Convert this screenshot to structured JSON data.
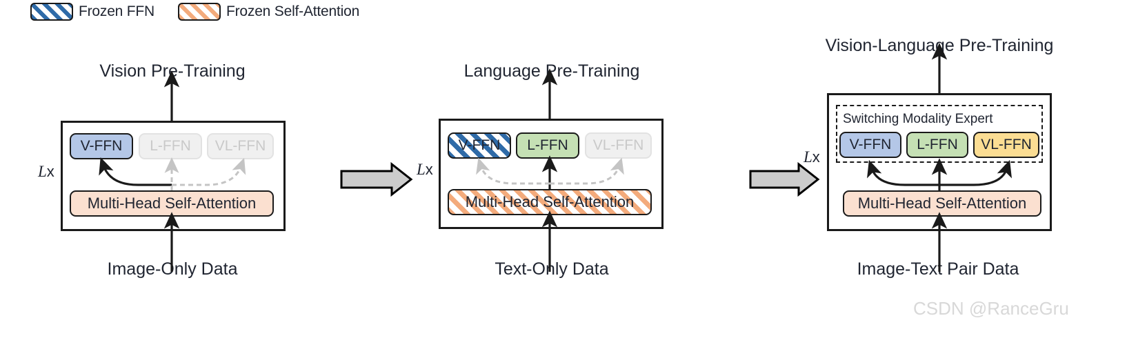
{
  "legend": {
    "items": [
      {
        "label": "Frozen FFN",
        "swatch": "hatched-blue",
        "color": "#2f6ba8"
      },
      {
        "label": "Frozen Self-Attention",
        "swatch": "hatched-orange",
        "color": "#f3ab7c"
      }
    ]
  },
  "colors": {
    "v_ffn": "#b4c7e7",
    "l_ffn": "#c5e0b4",
    "vl_ffn": "#fbdd93",
    "attention": "#fbe0d0",
    "inactive": "#f0f0f0",
    "inactive_text": "#c9c9c9",
    "outline": "#1a1a1a",
    "flow_arrow": "#c9c9c9",
    "stage_arrow": "#c9c9c9",
    "watermark": "#d8d8d8"
  },
  "panels": [
    {
      "id": "vision",
      "title": "Vision Pre-Training",
      "repeat_label": "Lx",
      "repeat_italic": "L",
      "repeat_suffix": "x",
      "input_label": "Image-Only Data",
      "attention": {
        "label": "Multi-Head Self-Attention",
        "state": "active"
      },
      "experts": [
        {
          "label": "V-FFN",
          "state": "active"
        },
        {
          "label": "L-FFN",
          "state": "inactive"
        },
        {
          "label": "VL-FFN",
          "state": "inactive"
        }
      ],
      "has_switching_modality_expert": false
    },
    {
      "id": "language",
      "title": "Language Pre-Training",
      "repeat_label": "Lx",
      "repeat_italic": "L",
      "repeat_suffix": "x",
      "input_label": "Text-Only Data",
      "attention": {
        "label": "Multi-Head Self-Attention",
        "state": "frozen"
      },
      "experts": [
        {
          "label": "V-FFN",
          "state": "frozen"
        },
        {
          "label": "L-FFN",
          "state": "active"
        },
        {
          "label": "VL-FFN",
          "state": "inactive"
        }
      ],
      "has_switching_modality_expert": false
    },
    {
      "id": "vision-language",
      "title": "Vision-Language Pre-Training",
      "repeat_label": "Lx",
      "repeat_italic": "L",
      "repeat_suffix": "x",
      "input_label": "Image-Text Pair Data",
      "attention": {
        "label": "Multi-Head Self-Attention",
        "state": "active"
      },
      "experts": [
        {
          "label": "V-FFN",
          "state": "active"
        },
        {
          "label": "L-FFN",
          "state": "active"
        },
        {
          "label": "VL-FFN",
          "state": "active"
        }
      ],
      "has_switching_modality_expert": true,
      "sme_title": "Switching Modality Expert"
    }
  ],
  "stage_arrows": [
    {
      "from": "vision",
      "to": "language",
      "icon": "block-arrow-right-icon"
    },
    {
      "from": "language",
      "to": "vision-language",
      "icon": "block-arrow-right-icon"
    }
  ],
  "watermark": {
    "text": "CSDN @RanceGru"
  }
}
